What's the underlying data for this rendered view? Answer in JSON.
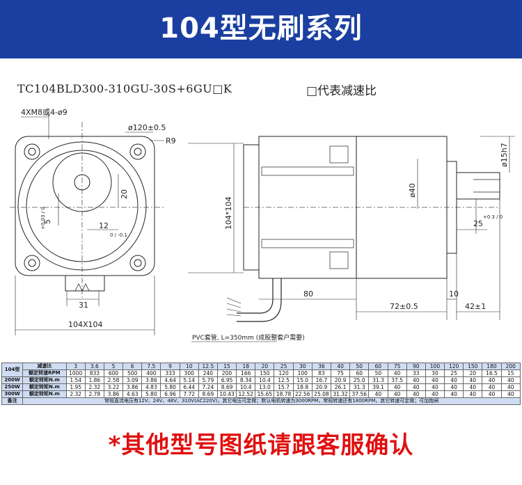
{
  "banner": {
    "title": "104型无刷系列"
  },
  "model_code": "TC104BLD300-310GU-30S+6GU□K",
  "ratio_note": "□代表减速比",
  "drawing": {
    "front": {
      "holes": "4XM8或4-ø9",
      "flange_dia": "ø120±0.5",
      "corner_r": "R9",
      "dim_20": "20",
      "key_5": "5",
      "key_5_tol": "+0.03 / 0",
      "dim_12": "12",
      "dim_12_tol": "0 / -0.1",
      "dim_31": "31",
      "dim_104x104": "104X104"
    },
    "side": {
      "dim_104": "104*104",
      "dim_40": "ø40",
      "shaft": "ø15h7",
      "dim_25": "25",
      "dim_25_tol": "+0.3 / 0",
      "dim_80": "80",
      "dim_10": "10",
      "dim_72": "72±0.5",
      "dim_42": "42±1",
      "cable": "PVC套管, L=350mm (成股整套户需要)"
    }
  },
  "table": {
    "header_label": "104型",
    "ratio_label": "减速比",
    "ratios": [
      "3",
      "3.6",
      "5",
      "6",
      "7.5",
      "9",
      "10",
      "12.5",
      "15",
      "18",
      "20",
      "25",
      "30",
      "36",
      "40",
      "50",
      "60",
      "75",
      "90",
      "100",
      "120",
      "150",
      "180",
      "200"
    ],
    "speed_label": "额定转速RPM",
    "speeds": [
      "1000",
      "833",
      "600",
      "500",
      "400",
      "333",
      "300",
      "240",
      "200",
      "166",
      "150",
      "120",
      "100",
      "83",
      "75",
      "60",
      "50",
      "40",
      "33",
      "30",
      "25",
      "20",
      "16.5",
      "15"
    ],
    "torque_label": "额定转矩N.m",
    "rows": [
      {
        "model": "200W",
        "values": [
          "1.54",
          "1.86",
          "2.58",
          "3.09",
          "3.86",
          "4.64",
          "5.14",
          "5.79",
          "6.95",
          "8.34",
          "10.4",
          "12.5",
          "15.0",
          "16.7",
          "20.9",
          "25.0",
          "31.3",
          "37.5",
          "40",
          "40",
          "40",
          "40",
          "40",
          "40"
        ]
      },
      {
        "model": "250W",
        "values": [
          "1.95",
          "2.32",
          "3.22",
          "3.86",
          "4.83",
          "5.80",
          "6.44",
          "7.24",
          "8.69",
          "10.4",
          "13.0",
          "15.7",
          "18.8",
          "20.9",
          "26.1",
          "31.3",
          "39.1",
          "40",
          "40",
          "40",
          "40",
          "40",
          "40",
          "40"
        ]
      },
      {
        "model": "300W",
        "values": [
          "2.32",
          "2.78",
          "3.86",
          "4.63",
          "5.80",
          "6.96",
          "7.72",
          "8.69",
          "10.43",
          "12.52",
          "15.65",
          "18.78",
          "22.56",
          "25.08",
          "31.32",
          "37.56",
          "40",
          "40",
          "40",
          "40",
          "40",
          "40",
          "40",
          "40"
        ]
      }
    ],
    "note_label": "备注",
    "note": "常规直流电压有12V、24V、48V、310V(AC220V)，其它电压可定做；默认电机转速为3000RPM，常规转速还有1800RPM，其它转速可定做；可加抱闸"
  },
  "footer": {
    "text": "*其他型号图纸请跟客服确认"
  }
}
